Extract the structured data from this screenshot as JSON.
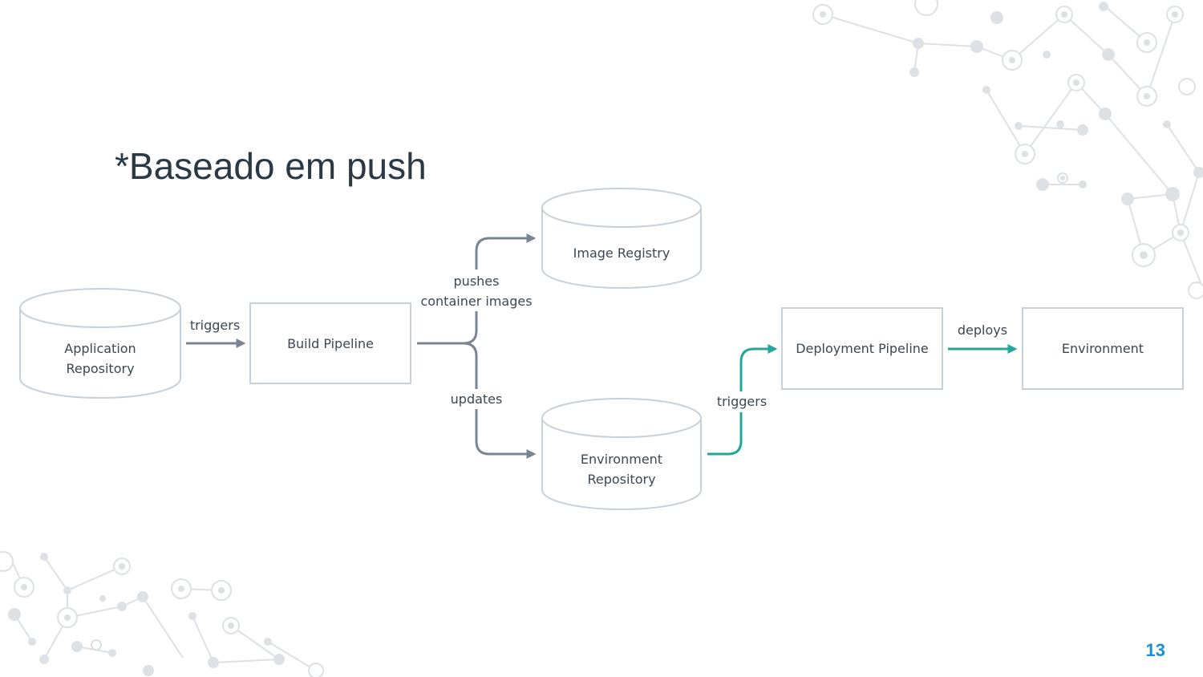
{
  "slide": {
    "title": "*Baseado em push",
    "page_number": "13"
  },
  "nodes": {
    "application_repository": "Application\nRepository",
    "build_pipeline": "Build Pipeline",
    "image_registry": "Image Registry",
    "environment_repository": "Environment\nRepository",
    "deployment_pipeline": "Deployment Pipeline",
    "environment": "Environment"
  },
  "edges": {
    "app_to_build": "triggers",
    "build_to_registry": "pushes\ncontainer images",
    "build_to_env_repo": "updates",
    "env_repo_to_deploy": "triggers",
    "deploy_to_env": "deploys"
  },
  "colors": {
    "grey_arrow": "#7a8593",
    "teal_arrow": "#26a69a",
    "node_border": "#c8d0d8",
    "title": "#2b3945",
    "page_number": "#1a8fd6",
    "decoration": "#d8dde2"
  }
}
